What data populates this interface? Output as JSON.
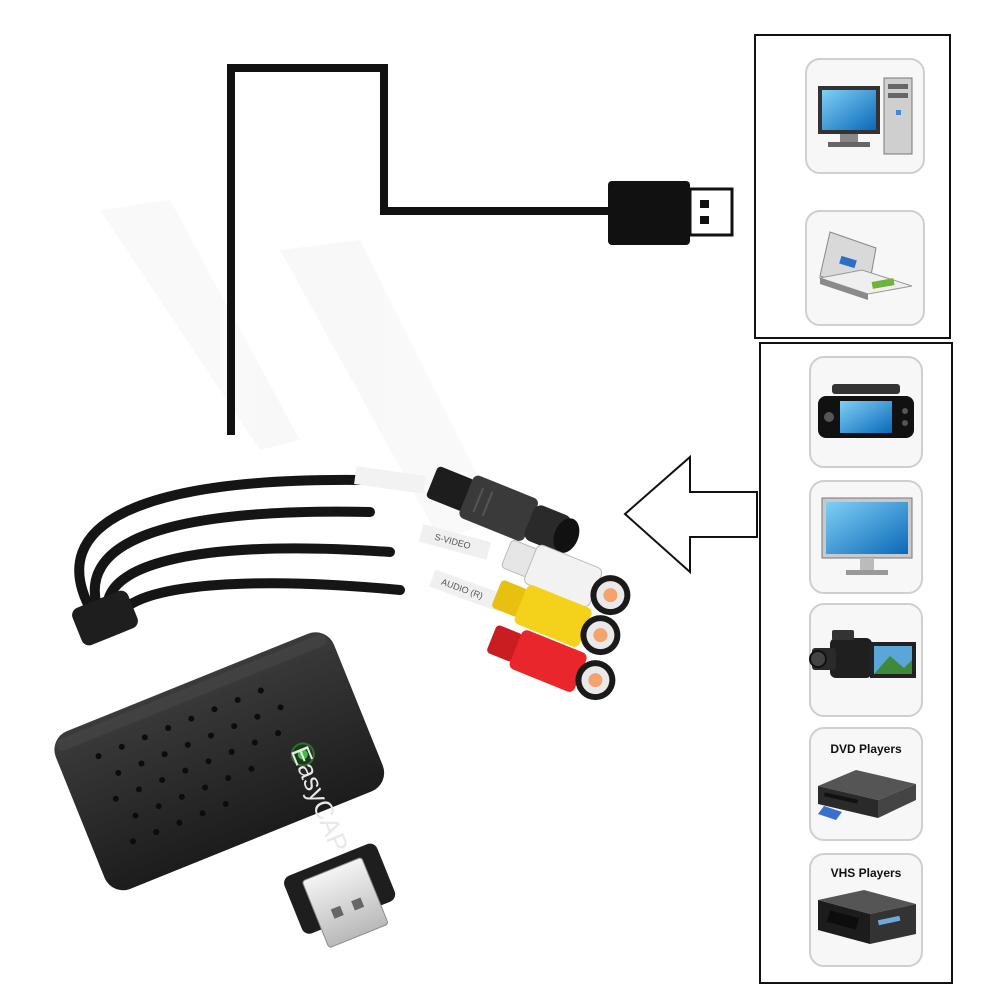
{
  "device": {
    "brand": "EasyCAP",
    "label_svideo": "S-VIDEO",
    "label_audio_r": "AUDIO (R)"
  },
  "targets": [
    {
      "name": "desktop computer",
      "label": ""
    },
    {
      "name": "laptop",
      "label": ""
    }
  ],
  "sources": [
    {
      "name": "handheld game console",
      "label": ""
    },
    {
      "name": "tv monitor",
      "label": ""
    },
    {
      "name": "camcorder",
      "label": ""
    },
    {
      "name": "dvd player",
      "label": "DVD Players"
    },
    {
      "name": "vhs player",
      "label": "VHS Players"
    }
  ],
  "colors": {
    "cable": "#111111",
    "device_body": "#2b2b2b",
    "svideo": "#3a3a3a",
    "rca_white": "#f2f2f2",
    "rca_yellow": "#f4d21c",
    "rca_red": "#e8262b",
    "rca_inner": "#f3a36b"
  }
}
